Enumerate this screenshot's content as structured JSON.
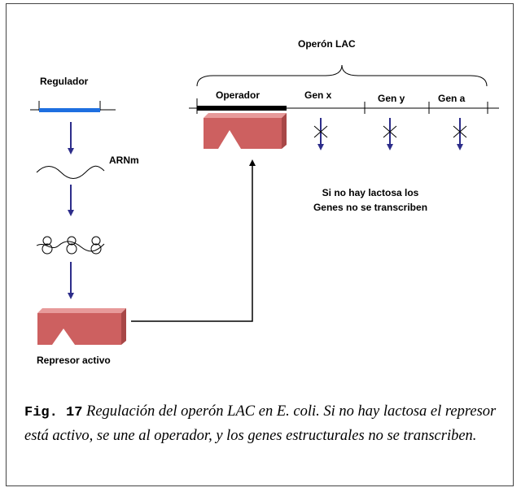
{
  "diagram": {
    "operon_title": "Operón  LAC",
    "regulator_label": "Regulador",
    "mrna_label": "ARNm",
    "operator_label": "Operador",
    "gene_x_label": "Gen x",
    "gene_y_label": "Gen y",
    "gene_a_label": "Gen a",
    "note_line1": "Si no hay lactosa los",
    "note_line2": "Genes no se transcriben",
    "repressor_label": "Represor activo"
  },
  "caption": {
    "fig_label": "Fig.  17",
    "text": "  Regulación del operón LAC en E. coli. Si no hay lactosa el represor está activo, se une al operador, y los genes estructurales no se transcriben."
  },
  "colors": {
    "regulator_gene": "#1e6fe0",
    "arrow": "#2d2d8a",
    "repressor_front": "#cd6060",
    "repressor_top": "#e79a9a",
    "repressor_side": "#a84747",
    "operator_bar": "#000000"
  }
}
